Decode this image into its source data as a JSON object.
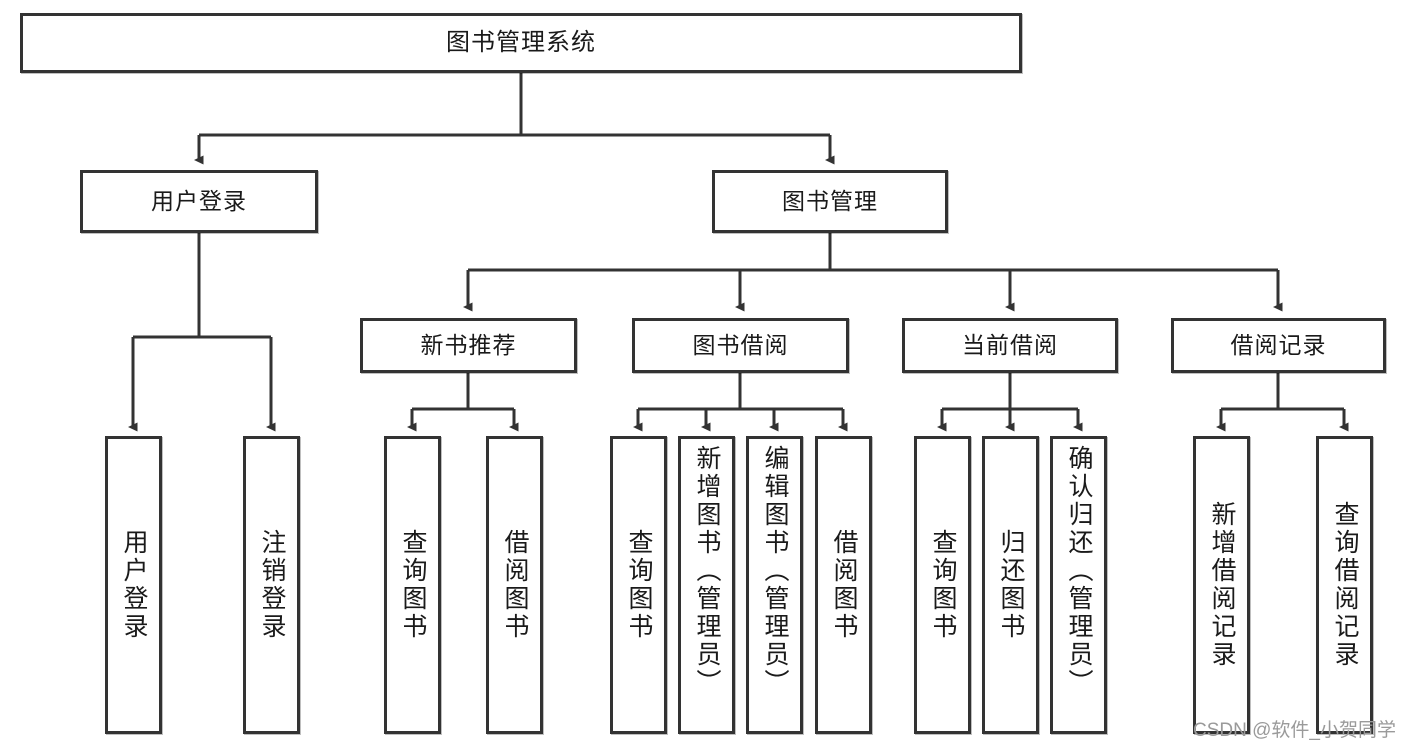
{
  "diagram": {
    "type": "tree-hierarchy-chart",
    "title": "图书管理系统",
    "watermark": "CSDN @软件_小贺同学",
    "colors": {
      "box_border": "#333333",
      "box_fill": "#ffffff",
      "connector": "#333333",
      "text": "#1a1a1a",
      "watermark": "#9a9a9a"
    },
    "root": {
      "label": "图书管理系统"
    },
    "level1": [
      {
        "label": "用户登录"
      },
      {
        "label": "图书管理"
      }
    ],
    "level2": [
      {
        "label": "新书推荐"
      },
      {
        "label": "图书借阅"
      },
      {
        "label": "当前借阅"
      },
      {
        "label": "借阅记录"
      }
    ],
    "leaves": {
      "user_login": [
        {
          "label": "用户登录"
        },
        {
          "label": "注销登录"
        }
      ],
      "new_book_recommend": [
        {
          "label": "查询图书"
        },
        {
          "label": "借阅图书"
        }
      ],
      "book_borrow": [
        {
          "label": "查询图书"
        },
        {
          "label": "新增图书（管理员）"
        },
        {
          "label": "编辑图书（管理员）"
        },
        {
          "label": "借阅图书"
        }
      ],
      "current_borrow": [
        {
          "label": "查询图书"
        },
        {
          "label": "归还图书"
        },
        {
          "label": "确认归还（管理员）"
        }
      ],
      "borrow_record": [
        {
          "label": "新增借阅记录"
        },
        {
          "label": "查询借阅记录"
        }
      ]
    }
  }
}
